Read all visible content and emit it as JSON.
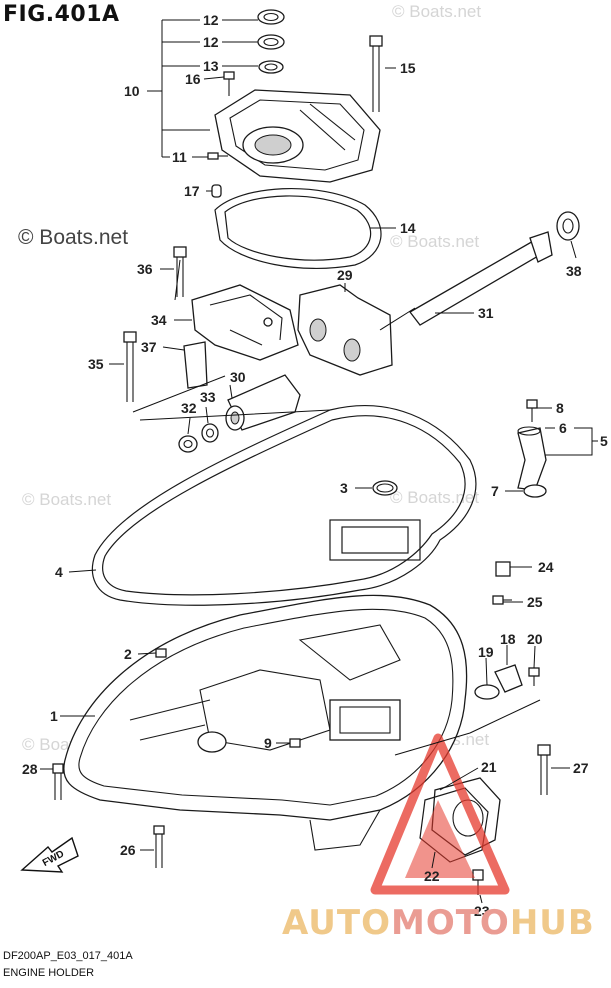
{
  "figure": {
    "title": "FIG.401A",
    "code": "DF200AP_E03_017_401A",
    "description": "ENGINE HOLDER"
  },
  "watermark": {
    "text": "© Boats.net",
    "color": "#cccccc"
  },
  "brand": {
    "part1": "AUTO",
    "part2": "MOTO",
    "part3": "HUB",
    "colors": [
      "#f0c98a",
      "#ea9c93",
      "#f0c98a"
    ],
    "logo_color": "#e63a2e"
  },
  "fwd_label": "FWD",
  "callouts": [
    {
      "id": "c12a",
      "label": "12"
    },
    {
      "id": "c12b",
      "label": "12"
    },
    {
      "id": "c13",
      "label": "13"
    },
    {
      "id": "c16",
      "label": "16"
    },
    {
      "id": "c15",
      "label": "15"
    },
    {
      "id": "c10",
      "label": "10"
    },
    {
      "id": "c11",
      "label": "11"
    },
    {
      "id": "c17",
      "label": "17"
    },
    {
      "id": "c14",
      "label": "14"
    },
    {
      "id": "c38",
      "label": "38"
    },
    {
      "id": "c36",
      "label": "36"
    },
    {
      "id": "c29",
      "label": "29"
    },
    {
      "id": "c31",
      "label": "31"
    },
    {
      "id": "c34",
      "label": "34"
    },
    {
      "id": "c37",
      "label": "37"
    },
    {
      "id": "c35",
      "label": "35"
    },
    {
      "id": "c30",
      "label": "30"
    },
    {
      "id": "c32",
      "label": "32"
    },
    {
      "id": "c33",
      "label": "33"
    },
    {
      "id": "c8",
      "label": "8"
    },
    {
      "id": "c6",
      "label": "6"
    },
    {
      "id": "c5",
      "label": "5"
    },
    {
      "id": "c3",
      "label": "3"
    },
    {
      "id": "c7",
      "label": "7"
    },
    {
      "id": "c4",
      "label": "4"
    },
    {
      "id": "c24",
      "label": "24"
    },
    {
      "id": "c25",
      "label": "25"
    },
    {
      "id": "c2",
      "label": "2"
    },
    {
      "id": "c18",
      "label": "18"
    },
    {
      "id": "c20",
      "label": "20"
    },
    {
      "id": "c19",
      "label": "19"
    },
    {
      "id": "c1",
      "label": "1"
    },
    {
      "id": "c9",
      "label": "9"
    },
    {
      "id": "c21",
      "label": "21"
    },
    {
      "id": "c27",
      "label": "27"
    },
    {
      "id": "c28",
      "label": "28"
    },
    {
      "id": "c26",
      "label": "26"
    },
    {
      "id": "c22",
      "label": "22"
    },
    {
      "id": "c23",
      "label": "23"
    }
  ]
}
